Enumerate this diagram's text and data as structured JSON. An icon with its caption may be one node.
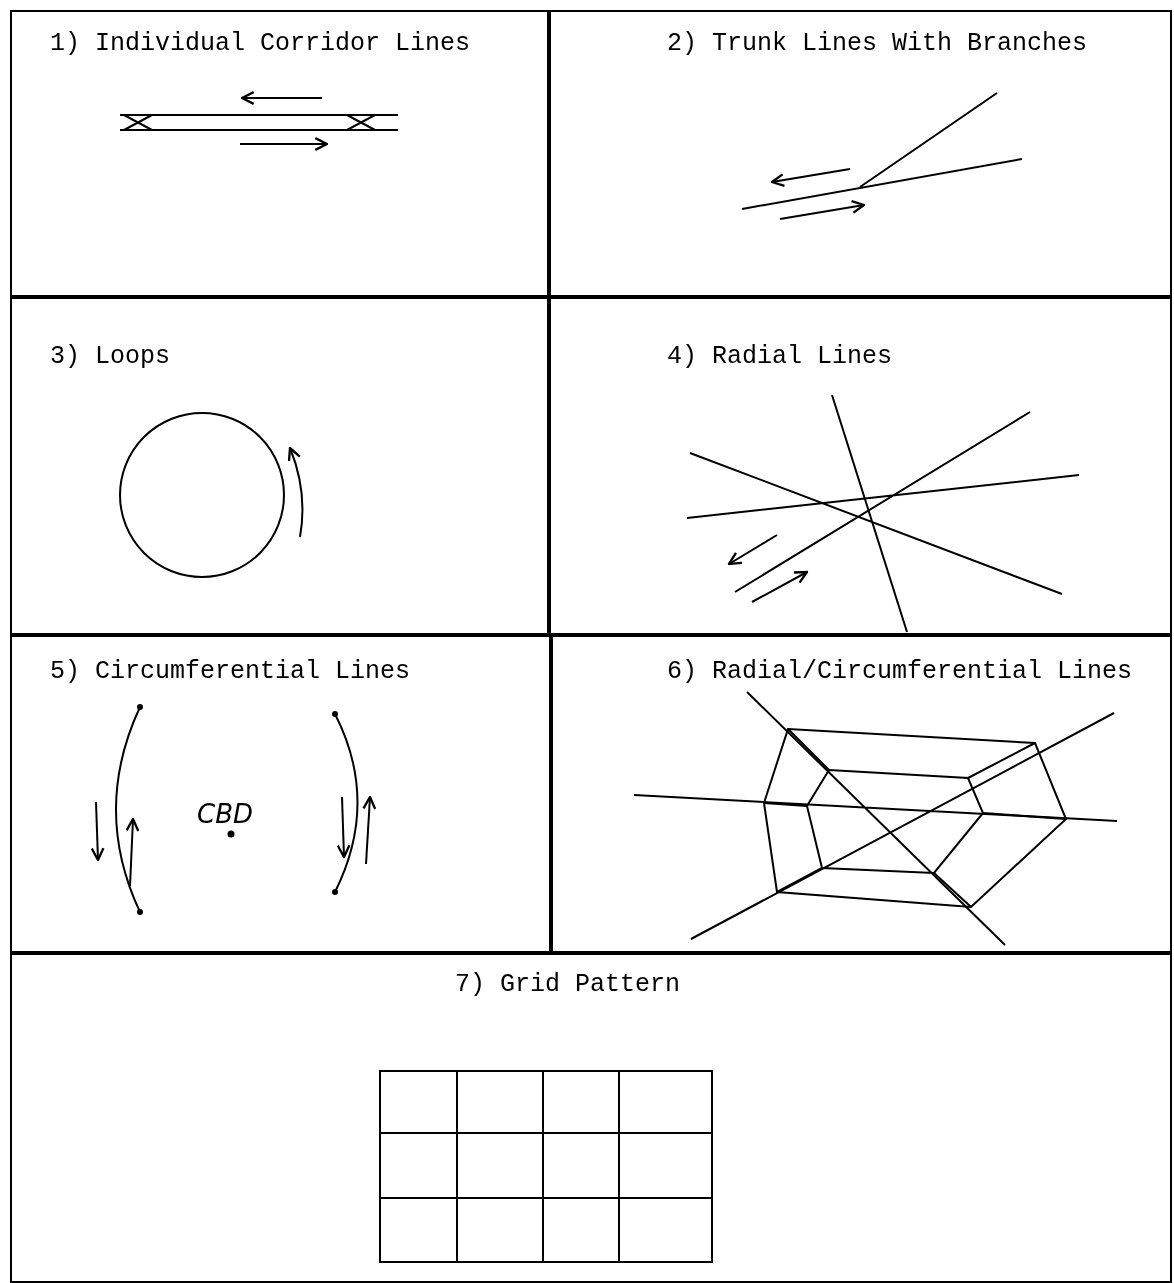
{
  "diagram": {
    "nodes": [
      {
        "text": [
          "1) Individual Corridor Lines"
        ]
      },
      {
        "text": [
          "2) Trunk Lines With Branches"
        ]
      },
      {
        "text": [
          "3) Loops"
        ]
      },
      {
        "text": [
          "4) Radial Lines"
        ]
      },
      {
        "text": [
          "5) Circumferential Lines"
        ]
      },
      {
        "text": [
          "6) Radial/Circumferential Lines"
        ]
      },
      {
        "text": [
          "7) Grid Pattern"
        ]
      }
    ],
    "labels": [
      "CBD"
    ]
  }
}
